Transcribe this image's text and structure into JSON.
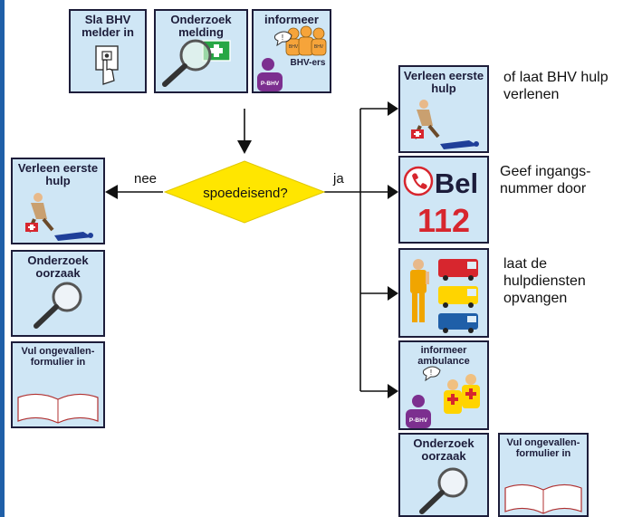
{
  "colors": {
    "card_bg": "#cfe6f5",
    "card_border": "#1d1d3a",
    "decision": "#ffe600",
    "bel_red": "#d7262e",
    "left_bar": "#1f5fa8"
  },
  "top": {
    "alarm": "Sla BHV melder in",
    "investigate": "Onderzoek melding",
    "inform": "informeer",
    "inform_person": "P-BHV",
    "inform_group": "BHV-ers",
    "inform_badge": "BHV"
  },
  "decision": {
    "label": "spoedeisend?",
    "no": "nee",
    "yes": "ja"
  },
  "left": {
    "first_aid": "Verleen eerste hulp",
    "cause": "Onderzoek oorzaak",
    "form": "Vul ongevallen-formulier in"
  },
  "right": {
    "first_aid": "Verleen eerste hulp",
    "first_aid_note": "of laat BHV hulp verlenen",
    "call_word": "Bel",
    "call_number": "112",
    "call_note": "Geef ingangs-nummer door",
    "services_note": "laat de hulpdiensten opvangen",
    "inform_ambulance": "informeer ambulance",
    "inform_person": "P-BHV",
    "cause": "Onderzoek oorzaak",
    "form": "Vul ongevallen-formulier in"
  },
  "icons": [
    "alarm-button-icon",
    "magnifier-first-aid-icon",
    "people-group-icon",
    "first-aid-scene-icon",
    "phone-icon",
    "emergency-vehicles-icon",
    "magnifier-icon",
    "open-book-icon"
  ]
}
